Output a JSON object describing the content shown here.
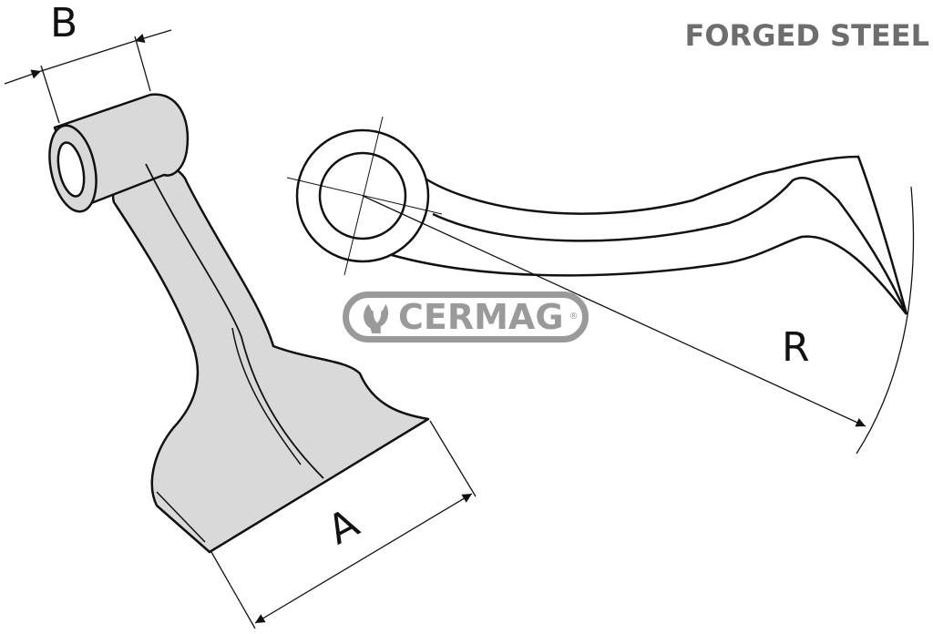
{
  "title": "FORGED STEEL",
  "dimensions": {
    "a": "A",
    "b": "B",
    "r": "R"
  },
  "logo": {
    "text": "CERMAG",
    "registered": "®"
  },
  "colors": {
    "fill": "#d9d9d9",
    "line": "#111111",
    "title": "#6d6d6d",
    "logo": "#9a9a9a"
  }
}
